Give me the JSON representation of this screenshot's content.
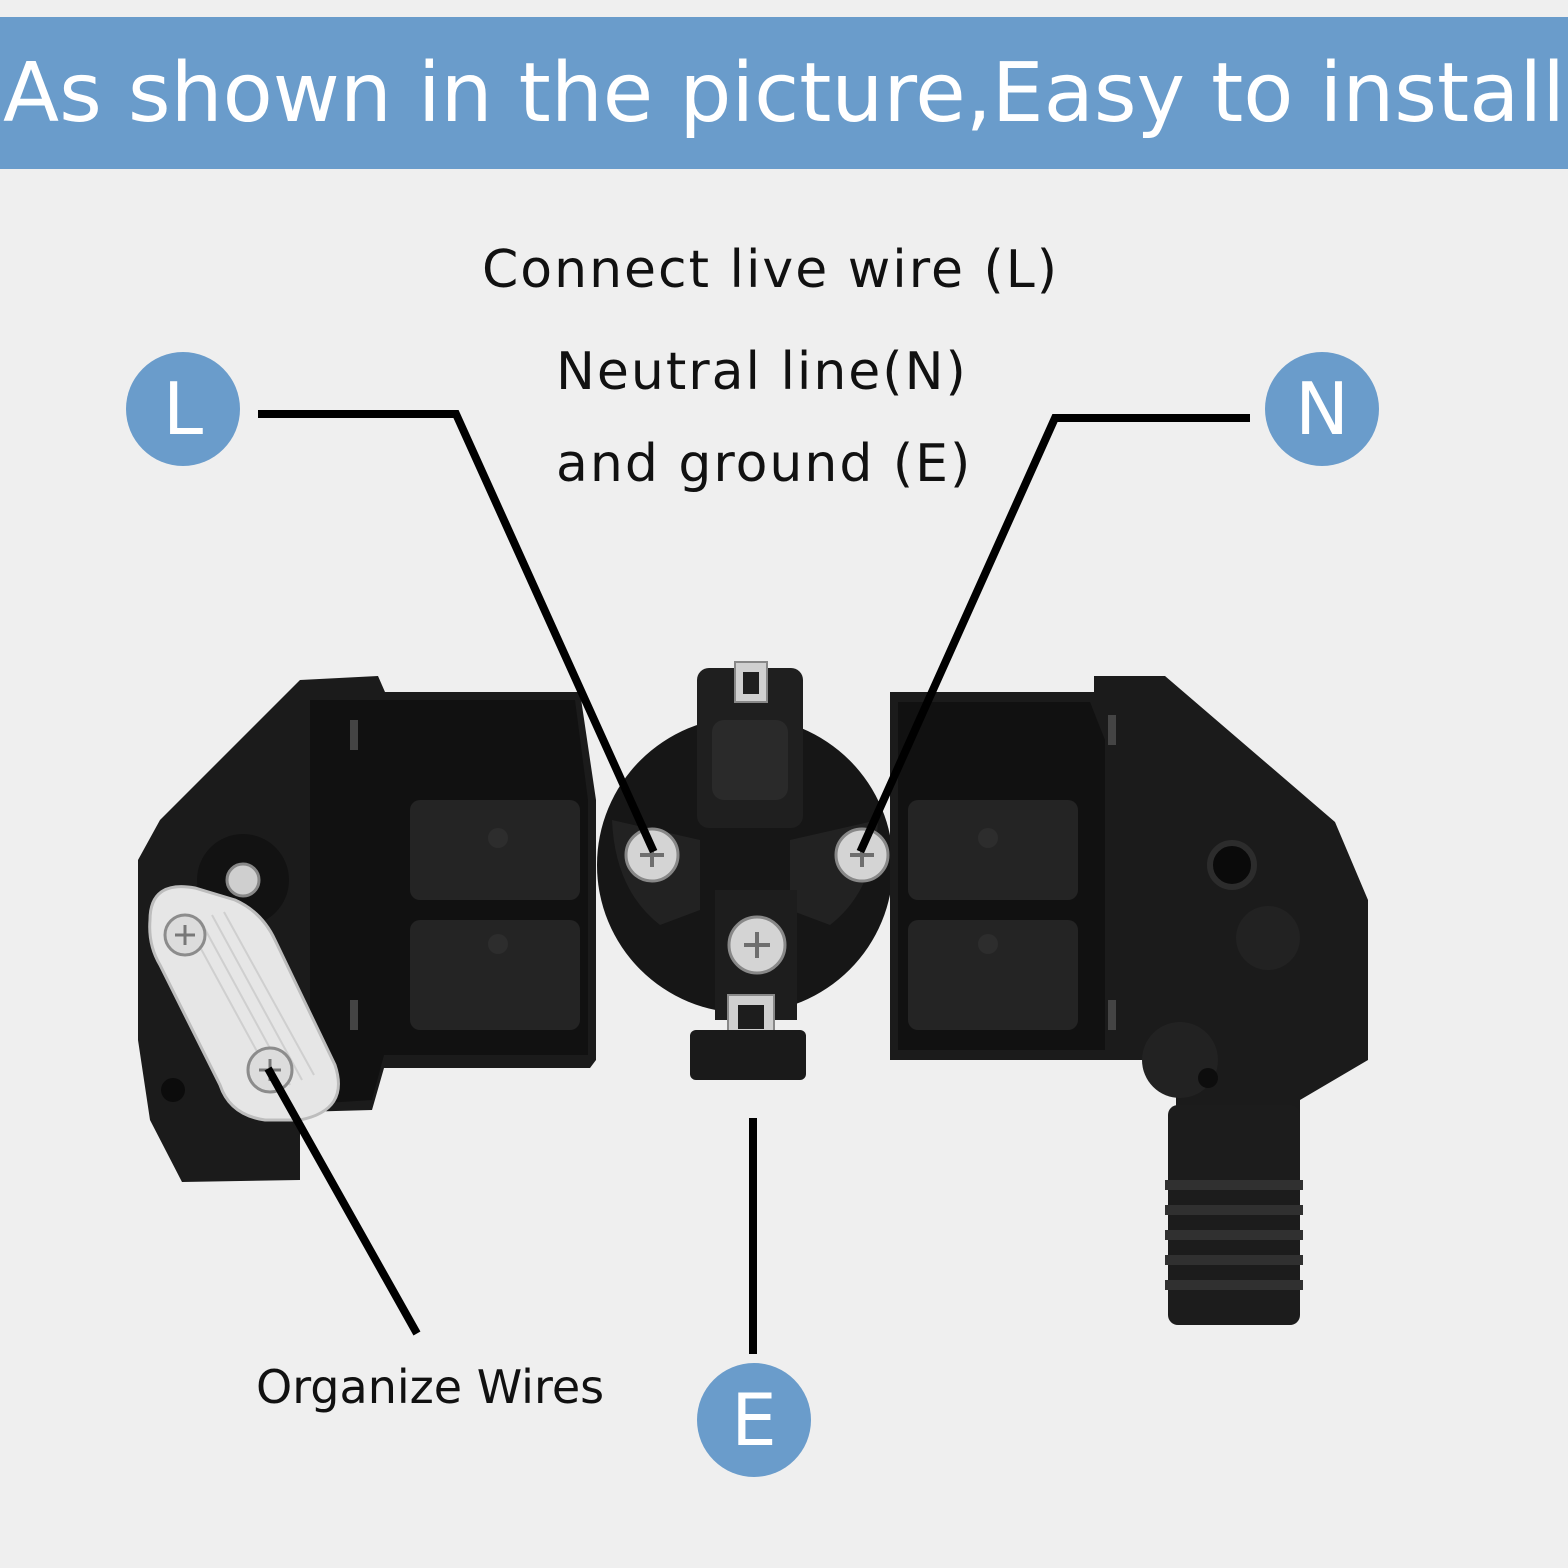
{
  "banner": {
    "title": "As shown in the picture,Easy to install"
  },
  "instructions": {
    "line1": "Connect live wire (L)",
    "line2": "Neutral line(N)",
    "line3": "and ground (E)"
  },
  "badges": {
    "live": "L",
    "neutral": "N",
    "earth": "E"
  },
  "captions": {
    "organize": "Organize Wires"
  },
  "colors": {
    "accent": "#6a9ccb",
    "background": "#efefef",
    "plastic": "#1a1a1a",
    "strain_relief": "#e6e6e6"
  }
}
